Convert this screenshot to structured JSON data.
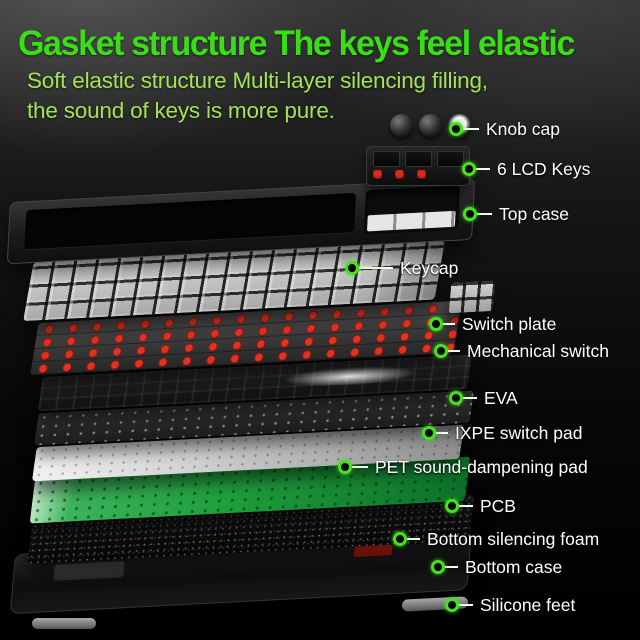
{
  "title": "Gasket structure The keys feel elastic",
  "subtitle": {
    "line1": "Soft elastic structure Multi-layer silencing filling,",
    "line2": "the sound of keys is more pure."
  },
  "colors": {
    "title_green": "#3ade14",
    "subtitle_green": "#a3e356",
    "callout_green": "#46e01f",
    "pcb_green": "#1f9e3c",
    "switch_red": "#d42a1e",
    "label_text": "#ffffff",
    "background": "#000000"
  },
  "callouts": [
    {
      "label": "Knob cap"
    },
    {
      "label": "6 LCD Keys"
    },
    {
      "label": "Top case"
    },
    {
      "label": "Keycap"
    },
    {
      "label": "Switch plate"
    },
    {
      "label": "Mechanical switch"
    },
    {
      "label": "EVA"
    },
    {
      "label": "IXPE switch pad"
    },
    {
      "label": "PET sound-dampening pad"
    },
    {
      "label": "PCB"
    },
    {
      "label": "Bottom silencing foam"
    },
    {
      "label": "Bottom case"
    },
    {
      "label": "Silicone feet"
    }
  ]
}
